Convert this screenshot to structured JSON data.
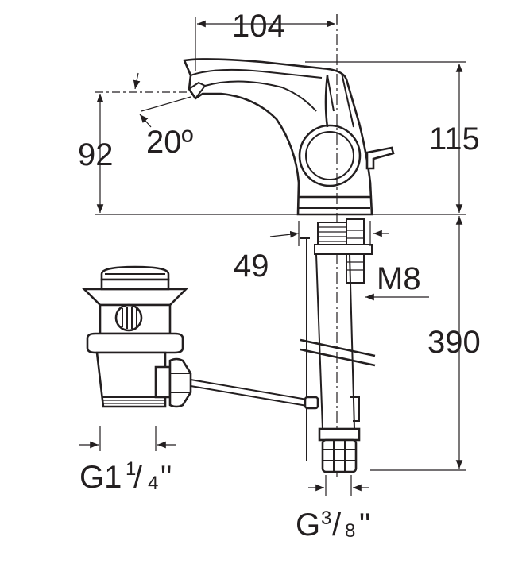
{
  "dimensions": {
    "width_top": "104",
    "height_spout": "115",
    "height_outlet": "92",
    "angle": "20º",
    "base_diameter": "49",
    "stud_thread": "M8",
    "hose_length": "390",
    "waste_thread_prefix": "G1",
    "waste_thread_num": "1",
    "waste_thread_den": "4",
    "waste_thread_suffix": "\"",
    "hose_thread_prefix": "G",
    "hose_thread_num": "3",
    "hose_thread_den": "8",
    "hose_thread_suffix": "\""
  },
  "colors": {
    "line": "#231f20",
    "background": "#ffffff"
  }
}
